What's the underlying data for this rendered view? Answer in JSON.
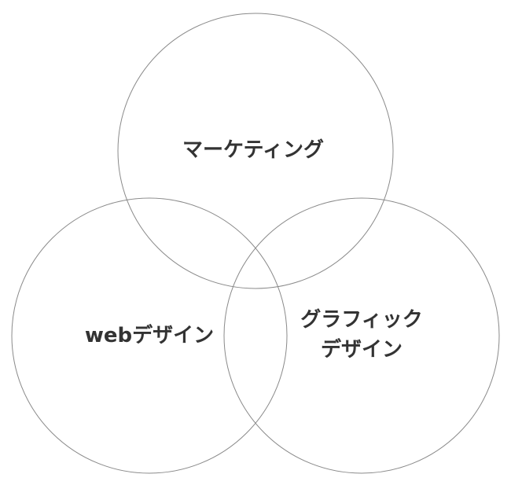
{
  "diagram": {
    "type": "venn",
    "sets": [
      {
        "id": "marketing",
        "lines": [
          "マーケティング"
        ]
      },
      {
        "id": "web",
        "lines": [
          "webデザイン"
        ]
      },
      {
        "id": "graphic",
        "lines": [
          "グラフィック",
          "デザイン"
        ]
      }
    ],
    "stroke_color": "#8a8a8a",
    "text_color": "#333333"
  }
}
